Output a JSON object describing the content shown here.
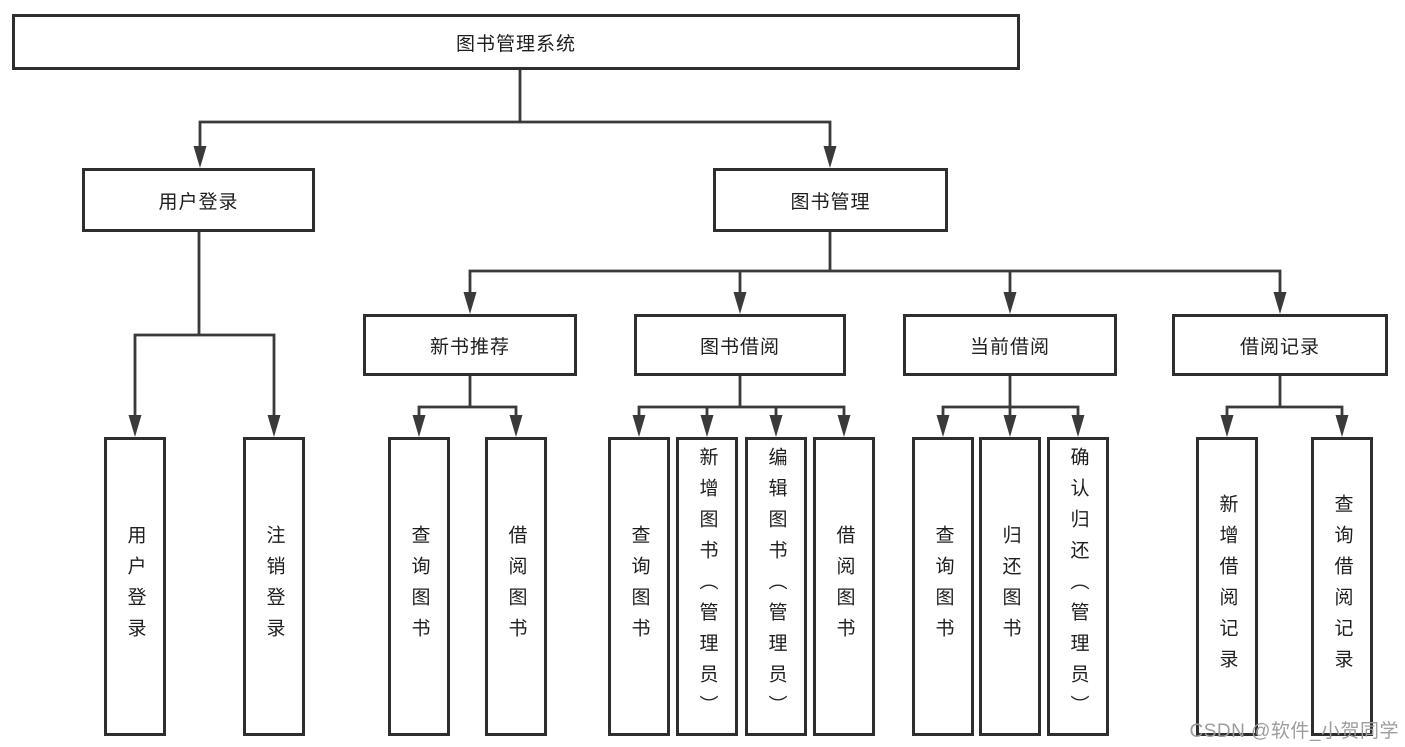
{
  "title": "图书管理系统",
  "colors": {
    "line": "#3a3a3a",
    "border": "#2e2e2e",
    "text": "#1e1e1e",
    "background": "#ffffff",
    "watermark": "#9d9d9d"
  },
  "tree": {
    "root": {
      "label": "图书管理系统"
    },
    "level2": [
      {
        "id": "user-login",
        "label": "用户登录"
      },
      {
        "id": "book-management",
        "label": "图书管理"
      }
    ],
    "level3": [
      {
        "id": "new-book-recommend",
        "label": "新书推荐"
      },
      {
        "id": "book-borrowing",
        "label": "图书借阅"
      },
      {
        "id": "current-borrowing",
        "label": "当前借阅"
      },
      {
        "id": "borrowing-records",
        "label": "借阅记录"
      }
    ],
    "leaves": [
      {
        "id": "user-login-leaf",
        "parent": "user-login",
        "label": "用户登录"
      },
      {
        "id": "logout",
        "parent": "user-login",
        "label": "注销登录"
      },
      {
        "id": "query-book-recommend",
        "parent": "new-book-recommend",
        "label": "查询图书"
      },
      {
        "id": "borrow-book-recommend",
        "parent": "new-book-recommend",
        "label": "借阅图书"
      },
      {
        "id": "query-book-borrow",
        "parent": "book-borrowing",
        "label": "查询图书"
      },
      {
        "id": "add-book-admin",
        "parent": "book-borrowing",
        "label": "新增图书（管理员）"
      },
      {
        "id": "edit-book-admin",
        "parent": "book-borrowing",
        "label": "编辑图书（管理员）"
      },
      {
        "id": "borrow-book",
        "parent": "book-borrowing",
        "label": "借阅图书"
      },
      {
        "id": "query-book-current",
        "parent": "current-borrowing",
        "label": "查询图书"
      },
      {
        "id": "return-book",
        "parent": "current-borrowing",
        "label": "归还图书"
      },
      {
        "id": "confirm-return-admin",
        "parent": "current-borrowing",
        "label": "确认归还（管理员）"
      },
      {
        "id": "add-borrow-record",
        "parent": "borrowing-records",
        "label": "新增借阅记录"
      },
      {
        "id": "query-borrow-record",
        "parent": "borrowing-records",
        "label": "查询借阅记录"
      }
    ]
  },
  "watermark": {
    "text": "CSDN @软件_小贺同学"
  }
}
